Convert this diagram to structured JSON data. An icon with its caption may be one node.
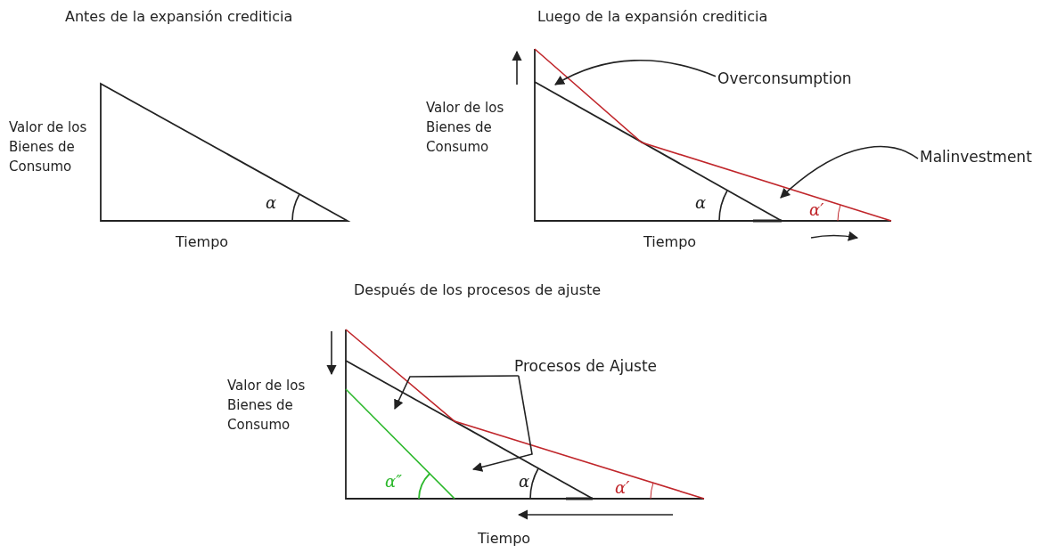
{
  "diagram": {
    "nodes": [
      {
        "text": [
          "Overconsumption"
        ]
      },
      {
        "text": [
          "Malinvestment"
        ]
      },
      {
        "text": [
          "Procesos de Ajuste"
        ]
      }
    ],
    "edges": [
      {
        "from": 0,
        "to": null,
        "arrow": "to"
      },
      {
        "from": 1,
        "to": null,
        "arrow": "to"
      },
      {
        "from": 2,
        "to": null,
        "arrow": "to"
      },
      {
        "from": 2,
        "to": null,
        "arrow": "to"
      }
    ],
    "labels": [
      "Antes de la expansión crediticia",
      "Luego de la expansión crediticia",
      "Valor de los Bienes de Consumo",
      "Valor de los Bienes de Consumo",
      "α",
      "α",
      "α′",
      "Tiempo",
      "Tiempo",
      "Después de los procesos de ajuste",
      "Valor de los Bienes de Consumo",
      "α″",
      "α",
      "α′",
      "Tiempo"
    ]
  }
}
